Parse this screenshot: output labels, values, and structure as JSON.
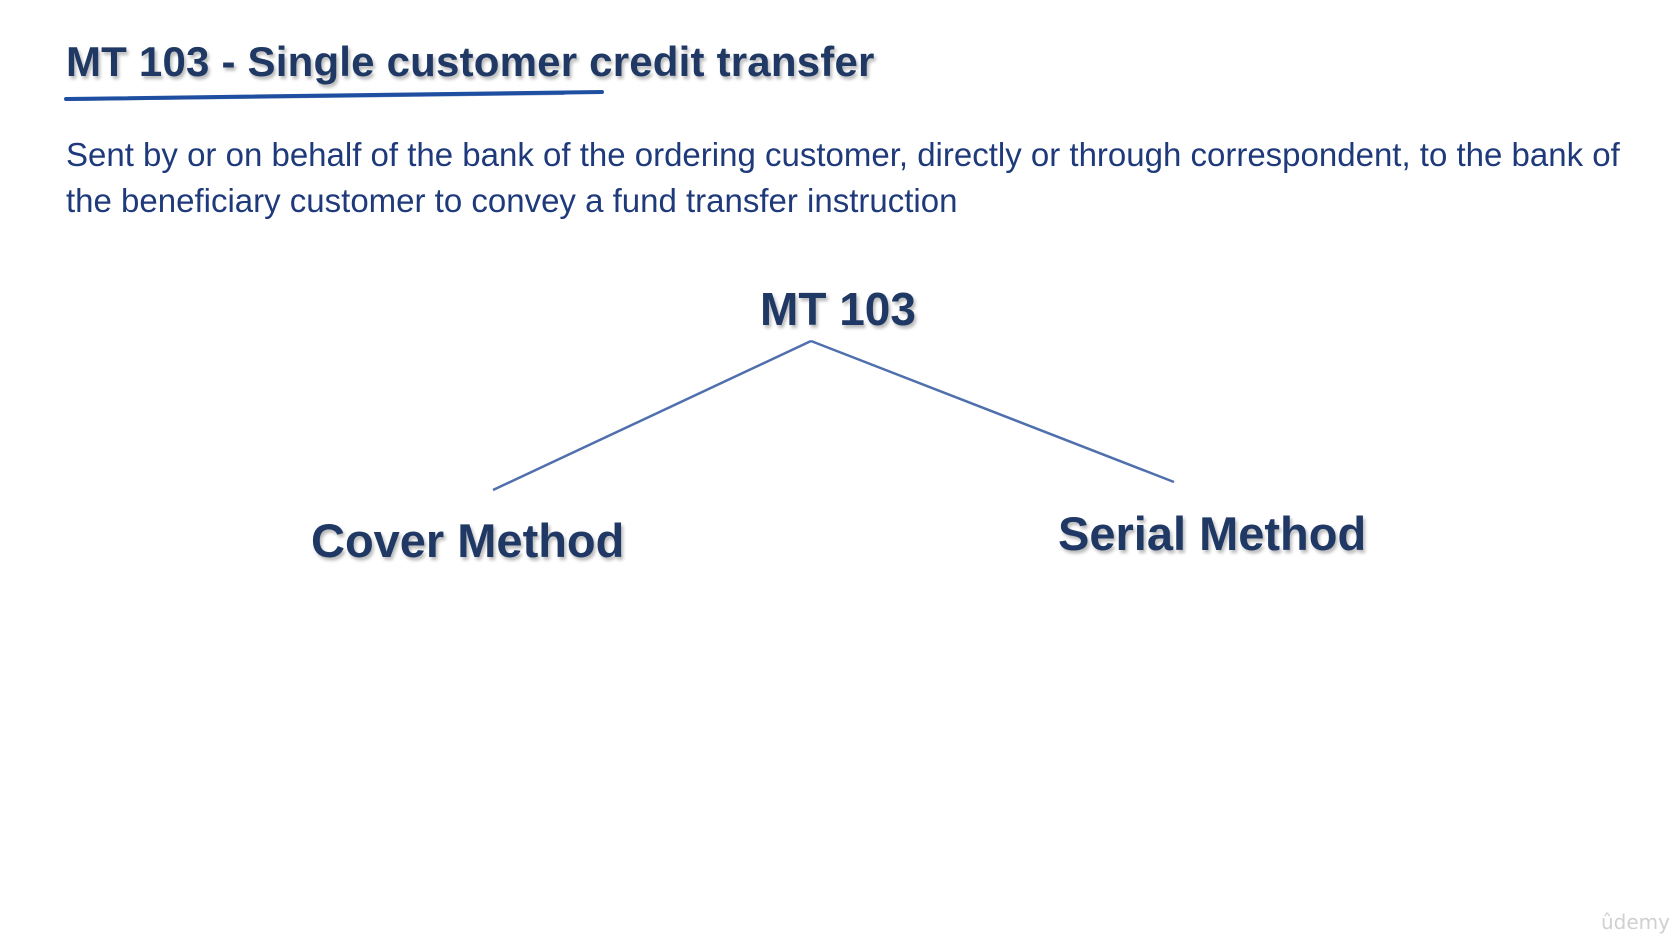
{
  "slide": {
    "title": "MT 103 - Single customer credit transfer",
    "description": "Sent by or on behalf of the bank of the ordering customer, directly or through correspondent, to the bank of the beneficiary customer to convey a fund transfer instruction"
  },
  "diagram": {
    "root": "MT 103",
    "children": [
      {
        "label": "Cover Method"
      },
      {
        "label": "Serial Method"
      }
    ],
    "line_color": "#4f6fad"
  },
  "colors": {
    "title": "#1f3864",
    "body_text": "#1f3a7a",
    "underline": "#1f4fa0"
  },
  "watermark": "ûdemy"
}
